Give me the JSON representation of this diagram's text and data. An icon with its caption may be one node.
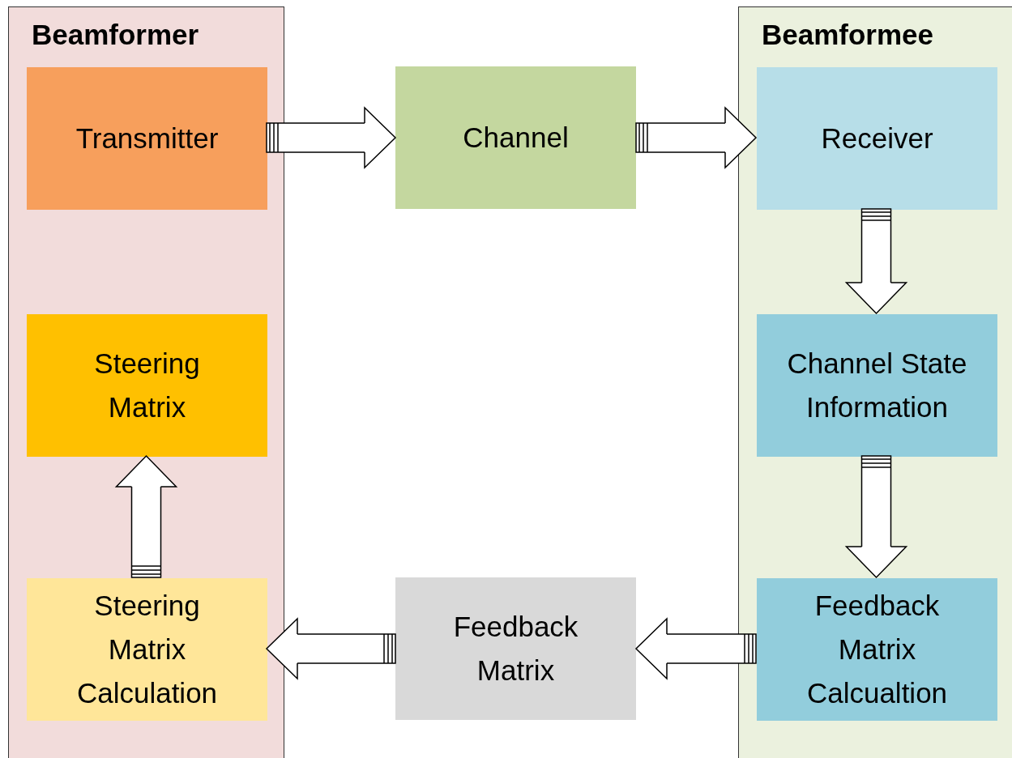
{
  "diagram": {
    "nodes": [
      {
        "text": [
          "Beamformer"
        ]
      },
      {
        "text": [
          "Transmitter"
        ],
        "in": 0
      },
      {
        "text": [
          "Steering Matrix"
        ],
        "in": 0
      },
      {
        "text": [
          "Steering Matrix Calculation"
        ],
        "in": 0
      },
      {
        "text": [
          "Channel"
        ]
      },
      {
        "text": [
          "Feedback Matrix"
        ]
      },
      {
        "text": [
          "Beamformee"
        ]
      },
      {
        "text": [
          "Receiver"
        ],
        "in": 6
      },
      {
        "text": [
          "Channel State Information"
        ],
        "in": 6
      },
      {
        "text": [
          "Feedback Matrix Calcualtion"
        ],
        "in": 6
      }
    ],
    "edges": [
      {
        "from": 1,
        "to": 4,
        "arrow": "to"
      },
      {
        "from": 4,
        "to": 7,
        "arrow": "to"
      },
      {
        "from": 7,
        "to": 8,
        "arrow": "to"
      },
      {
        "from": 8,
        "to": 9,
        "arrow": "to"
      },
      {
        "from": 9,
        "to": 5,
        "arrow": "to"
      },
      {
        "from": 5,
        "to": 3,
        "arrow": "to"
      },
      {
        "from": 3,
        "to": 2,
        "arrow": "to"
      }
    ]
  }
}
